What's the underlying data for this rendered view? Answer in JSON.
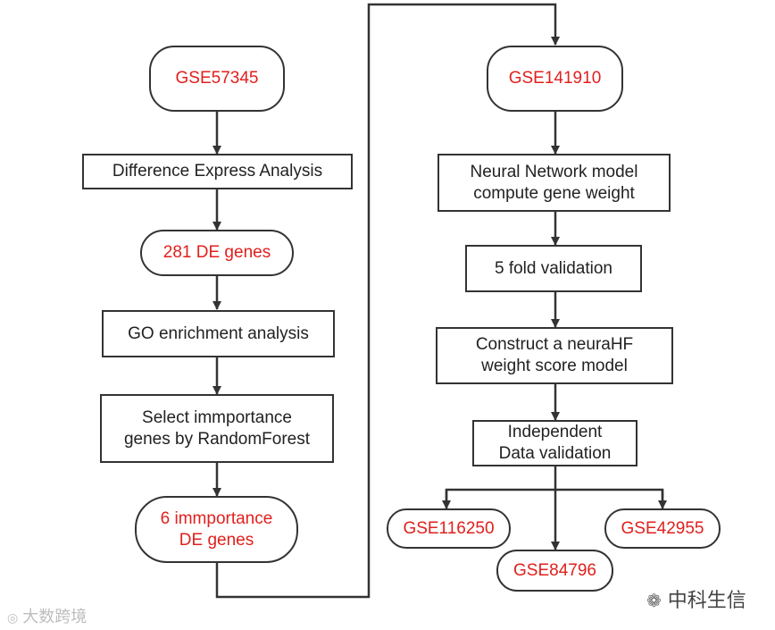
{
  "nodes": {
    "gse57345": "GSE57345",
    "diff_analysis": "Difference Express  Analysis",
    "de_genes": "281 DE genes",
    "go_analysis": "GO enrichment analysis",
    "select_genes": "Select immportance\ngenes by RandomForest",
    "importance_genes": "6 immportance\nDE genes",
    "gse141910": "GSE141910",
    "nn_model": "Neural Network model\ncompute gene weight",
    "fold_validation": "5 fold validation",
    "construct_model": "Construct a neuraHF\nweight score model",
    "independent_validation": "Independent\nData validation",
    "gse116250": "GSE116250",
    "gse84796": "GSE84796",
    "gse42955": "GSE42955"
  },
  "watermarks": {
    "left": "大数跨境",
    "right": "中科生信"
  },
  "colors": {
    "highlight_text": "#e0201d",
    "line": "#333333"
  }
}
